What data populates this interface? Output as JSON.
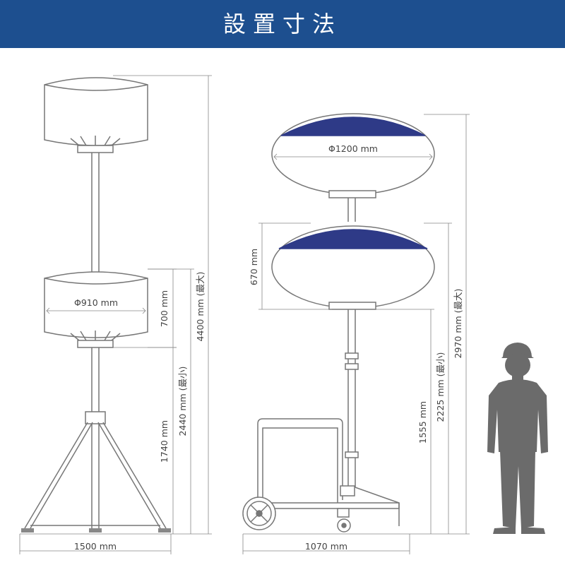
{
  "title": "設置寸法",
  "colors": {
    "header_bg": "#1d4f8f",
    "balloon_cap": "#2e3a87",
    "person": "#6b6b6b",
    "outline": "#777777"
  },
  "left_unit": {
    "diameter": "Φ910 mm",
    "balloon_height": "700 mm",
    "lower_height": "1740 mm",
    "min_height": "2440 mm (最小)",
    "max_height": "4400 mm (最大)",
    "base_width": "1500 mm"
  },
  "right_unit": {
    "diameter": "Φ1200 mm",
    "balloon_height": "670 mm",
    "lower_height": "1555 mm",
    "min_height": "2225 mm (最小)",
    "max_height": "2970 mm (最大)",
    "base_width": "1070 mm"
  },
  "icons": [
    "person-silhouette-icon"
  ]
}
